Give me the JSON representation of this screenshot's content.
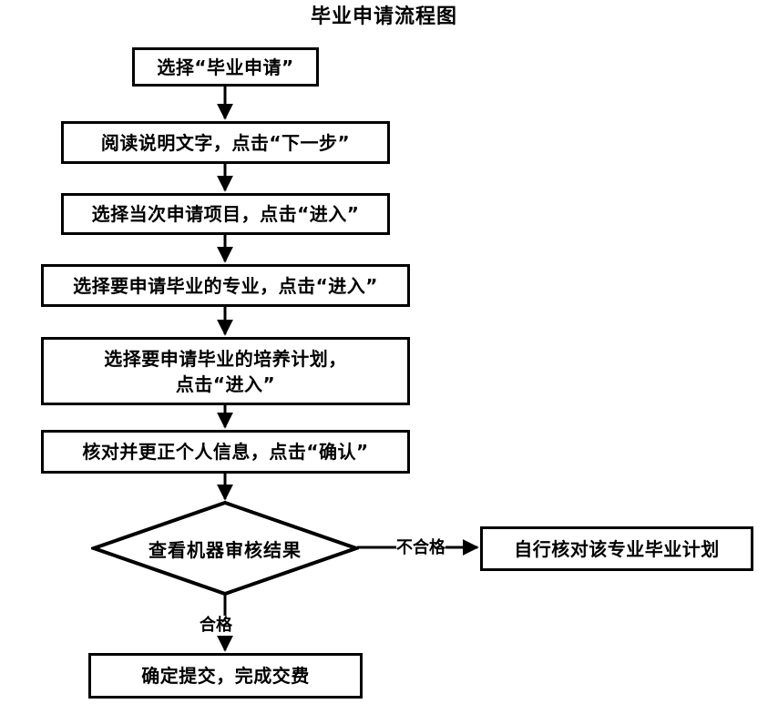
{
  "title": "毕业申请流程图",
  "nodes": [
    {
      "id": "n1",
      "shape": "rect",
      "text": "选择“毕业申请”"
    },
    {
      "id": "n2",
      "shape": "rect",
      "text": "阅读说明文字，点击“下一步”"
    },
    {
      "id": "n3",
      "shape": "rect",
      "text": "选择当次申请项目，点击“进入”"
    },
    {
      "id": "n4",
      "shape": "rect",
      "text": "选择要申请毕业的专业，点击“进入”"
    },
    {
      "id": "n5",
      "shape": "rect",
      "text": "选择要申请毕业的培养计划，\n点击“进入”"
    },
    {
      "id": "n6",
      "shape": "rect",
      "text": "核对并更正个人信息，点击“确认”"
    },
    {
      "id": "n7",
      "shape": "diamond",
      "text": "查看机器审核结果"
    },
    {
      "id": "n8",
      "shape": "rect",
      "text": "自行核对该专业毕业计划"
    },
    {
      "id": "n9",
      "shape": "rect",
      "text": "确定提交，完成交费"
    }
  ],
  "edges": [
    {
      "from": "n1",
      "to": "n2",
      "label": ""
    },
    {
      "from": "n2",
      "to": "n3",
      "label": ""
    },
    {
      "from": "n3",
      "to": "n4",
      "label": ""
    },
    {
      "from": "n4",
      "to": "n5",
      "label": ""
    },
    {
      "from": "n5",
      "to": "n6",
      "label": ""
    },
    {
      "from": "n6",
      "to": "n7",
      "label": ""
    },
    {
      "from": "n7",
      "to": "n8",
      "label": "不合格"
    },
    {
      "from": "n7",
      "to": "n9",
      "label": "合格"
    }
  ],
  "edge_labels": {
    "fail": "不合格",
    "pass": "合格"
  },
  "colors": {
    "stroke": "#000000",
    "fill": "#ffffff",
    "text": "#000000"
  }
}
